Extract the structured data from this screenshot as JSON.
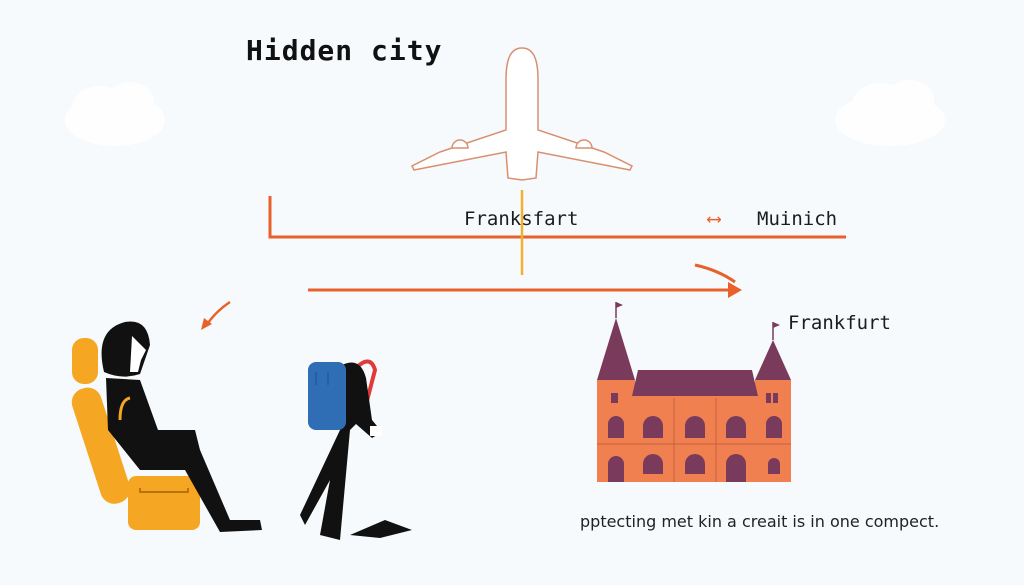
{
  "title": "Hidden city",
  "route": {
    "layover_label": "Franksfart",
    "destination_label": "Muinich",
    "arrow_symbol": "⟷"
  },
  "city": {
    "label": "Frankfurt"
  },
  "caption": "pptecting met kin a creait is in one compect.",
  "icons": {
    "airplane": "airplane-icon",
    "castle": "castle-icon",
    "seated_passenger": "seated-passenger-icon",
    "walking_traveler": "backpacker-icon",
    "cloud": "cloud-icon"
  },
  "colors": {
    "background": "#f6fafc",
    "route_line": "#e8602a",
    "plane_outline": "#d89070",
    "seat": "#f5a623",
    "layover_marker": "#f0b030",
    "castle_wall": "#f08050",
    "castle_roof": "#7a3a5c",
    "backpack": "#2f6db5",
    "strap": "#e03a3a"
  }
}
